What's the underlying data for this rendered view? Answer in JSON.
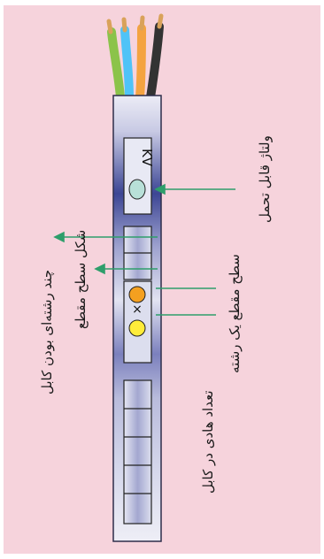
{
  "cable": {
    "voltage_marker": "KV",
    "cross_marker": "×",
    "colors": {
      "background": "#f6d3dc",
      "cable_body_light": "#e8e8f4",
      "cable_body_dark": "#3a4290",
      "arrow": "#2e9e6b",
      "kv_dot": "#b8e0d8",
      "indicator_dot_orange": "#f4a020",
      "indicator_dot_yellow": "#ffec3a",
      "wire_1": "#8bc34a",
      "wire_2": "#4fc3f7",
      "wire_3": "#f4a340",
      "wire_4": "#333333"
    }
  },
  "labels": {
    "voltage_tolerance": "ولتاژ قابل تحمل",
    "stranded": "چند رشته‌ای بودن کابل",
    "cross_section_shape": "شکل سطح مقطع",
    "cross_section_area": "سطح مقطع یک رشته",
    "wire_count": "تعداد هادی در کابل"
  }
}
